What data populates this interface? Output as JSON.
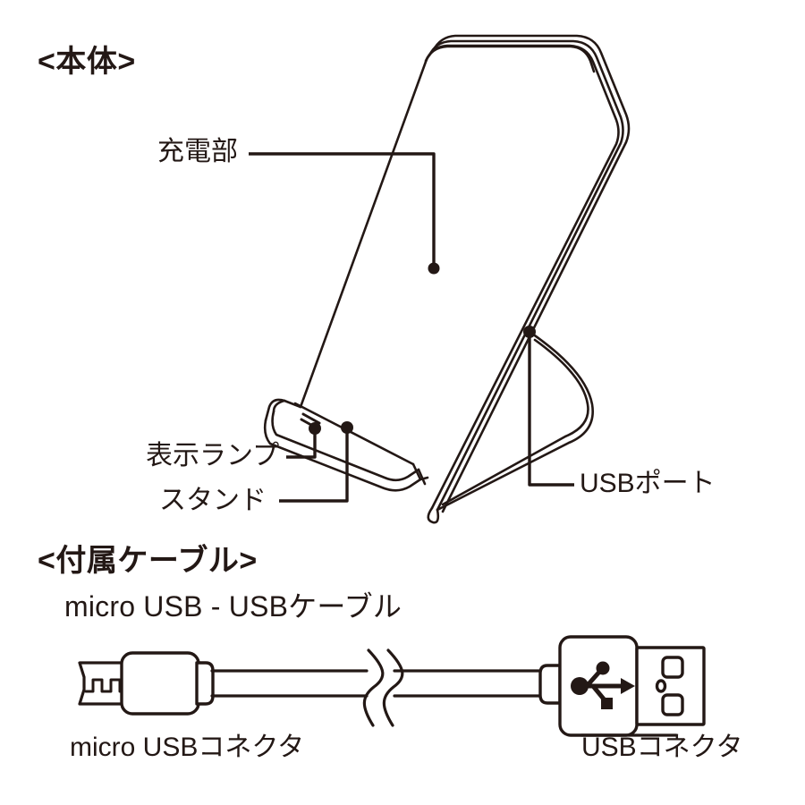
{
  "document": {
    "type": "product-illustration",
    "language": "ja",
    "ink_color": "#231815",
    "background_color": "#ffffff"
  },
  "sections": {
    "body": {
      "heading": "<本体>",
      "callouts": [
        {
          "id": "charging-area",
          "label": "充電部"
        },
        {
          "id": "indicator-lamp",
          "label": "表示ランプ"
        },
        {
          "id": "stand",
          "label": "スタンド"
        },
        {
          "id": "usb-port",
          "label": "USBポート"
        }
      ]
    },
    "cable": {
      "heading": "<付属ケーブル>",
      "title": "micro USB - USBケーブル",
      "connectors": [
        {
          "id": "micro-usb-connector",
          "label": "micro USBコネクタ"
        },
        {
          "id": "usb-connector",
          "label": "USBコネクタ"
        }
      ]
    }
  }
}
